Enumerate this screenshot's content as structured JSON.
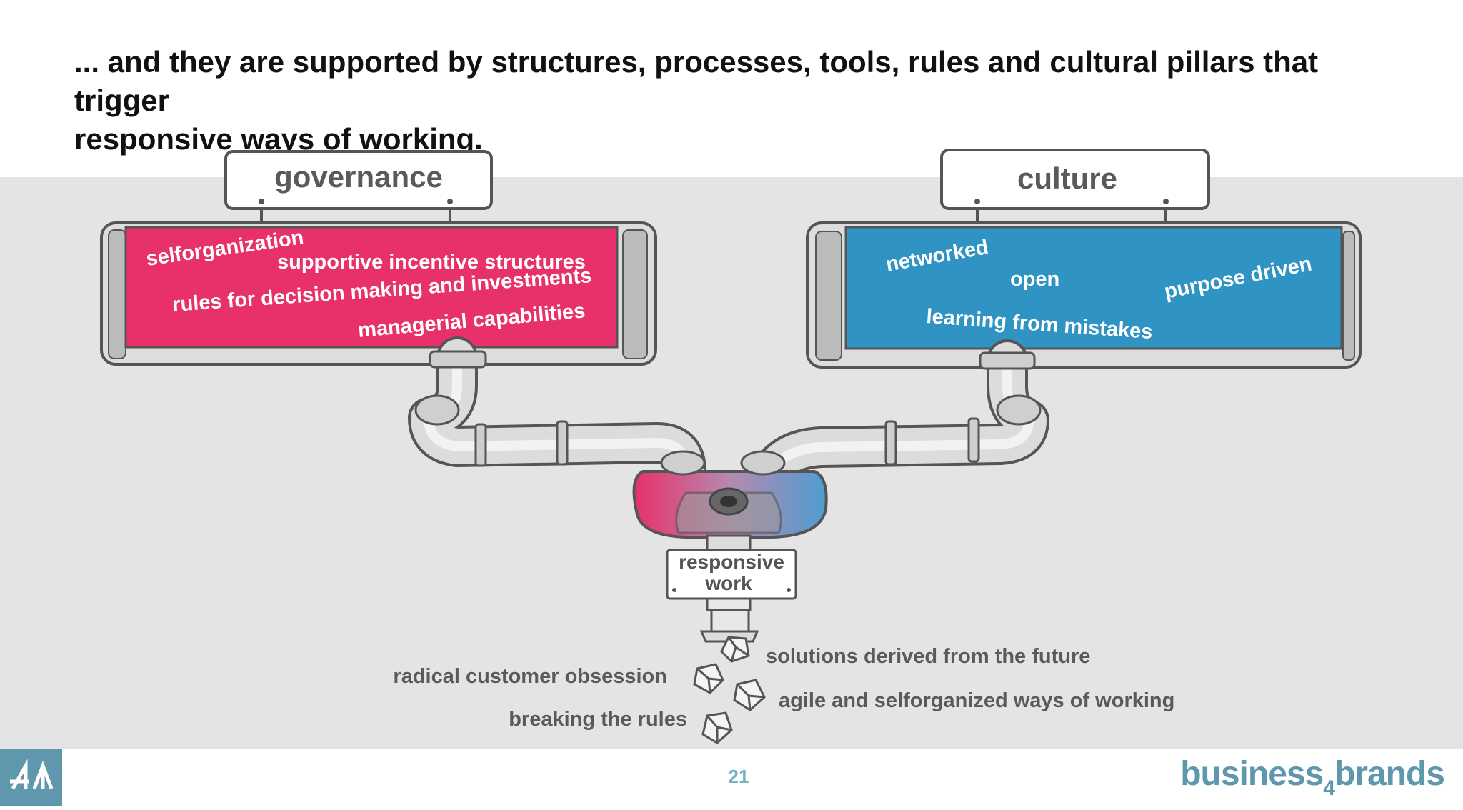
{
  "slide": {
    "heading_line1": "... and they are supported by structures, processes, tools, rules and cultural pillars that trigger",
    "heading_line2": "responsive ways of working."
  },
  "governance": {
    "label": "governance",
    "items": [
      "selforganization",
      "supportive incentive structures",
      "rules for decision making and investments",
      "managerial capabilities"
    ]
  },
  "culture": {
    "label": "culture",
    "items": [
      "networked",
      "open",
      "purpose driven",
      "learning from mistakes"
    ]
  },
  "output": {
    "label_line1": "responsive",
    "label_line2": "work",
    "results_left": [
      "radical customer obsession",
      "breaking the rules"
    ],
    "results_right": [
      "solutions derived from the future",
      "agile and selforganized ways of working"
    ]
  },
  "footer": {
    "page_number": "21",
    "brand_prefix": "business",
    "brand_sub": "4",
    "brand_suffix": "brands",
    "logo_mark": "4Λ"
  },
  "colors": {
    "governance_fill": "#e8306a",
    "culture_fill": "#2f93c4",
    "stage_bg": "#e4e4e4",
    "brand": "#5f97ad",
    "text_dark": "#5a5a5a"
  }
}
